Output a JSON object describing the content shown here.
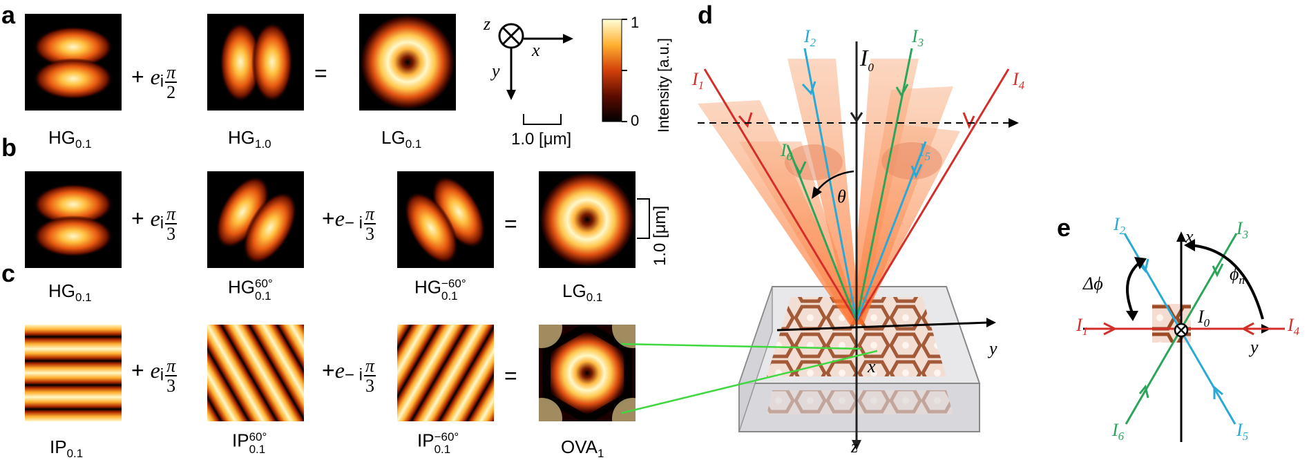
{
  "panels": {
    "a": "a",
    "b": "b",
    "c": "c",
    "d": "d",
    "e": "e"
  },
  "row_a": {
    "labels": [
      {
        "base": "HG",
        "sub": "0.1",
        "sup": ""
      },
      {
        "base": "HG",
        "sub": "1.0",
        "sup": ""
      },
      {
        "base": "LG",
        "sub": "0.1",
        "sup": ""
      }
    ],
    "ops": [
      {
        "sign": "+",
        "e": "e",
        "minus": "",
        "i": "i",
        "num": "π",
        "den": "2"
      }
    ],
    "equals": "="
  },
  "row_b": {
    "labels": [
      {
        "base": "HG",
        "sub": "0.1",
        "sup": ""
      },
      {
        "base": "HG",
        "sub": "0.1",
        "sup": "60°"
      },
      {
        "base": "HG",
        "sub": "0.1",
        "sup": "−60°"
      },
      {
        "base": "LG",
        "sub": "0.1",
        "sup": ""
      }
    ],
    "ops": [
      {
        "sign": "+",
        "e": "e",
        "minus": "",
        "i": "i",
        "num": "π",
        "den": "3"
      },
      {
        "sign": "+",
        "e": "e",
        "minus": "−",
        "i": "i",
        "num": "π",
        "den": "3"
      }
    ],
    "equals": "=",
    "scale_label": "1.0 [μm]"
  },
  "row_c": {
    "labels": [
      {
        "base": "IP",
        "sub": "0.1",
        "sup": ""
      },
      {
        "base": "IP",
        "sub": "0.1",
        "sup": "60°"
      },
      {
        "base": "IP",
        "sub": "0.1",
        "sup": "−60°"
      },
      {
        "base": "OVA",
        "sub": "1",
        "sup": ""
      }
    ],
    "ops": [
      {
        "sign": "+",
        "e": "e",
        "minus": "",
        "i": "i",
        "num": "π",
        "den": "3"
      },
      {
        "sign": "+",
        "e": "e",
        "minus": "−",
        "i": "i",
        "num": "π",
        "den": "3"
      }
    ],
    "equals": "="
  },
  "axes_a": {
    "z": "z",
    "x": "x",
    "y": "y",
    "scale_label": "1.0 [μm]"
  },
  "colorbar": {
    "max": "1",
    "min": "0",
    "label": "Intensity [a.u.]"
  },
  "panel_d": {
    "beams": [
      "I",
      "I",
      "I",
      "I",
      "I",
      "I",
      "I"
    ],
    "beam_subs": [
      "0",
      "1",
      "2",
      "3",
      "4",
      "5",
      "6"
    ],
    "theta": "θ",
    "x": "x",
    "y": "y",
    "z": "z"
  },
  "panel_e": {
    "x": "x",
    "y": "y",
    "delta_phi": "Δϕ",
    "phi_n": "ϕ",
    "phi_sub": "n",
    "beams": [
      "I",
      "I",
      "I",
      "I",
      "I",
      "I",
      "I"
    ],
    "beam_subs": [
      "0",
      "1",
      "2",
      "3",
      "4",
      "5",
      "6"
    ]
  },
  "colors": {
    "beam_red": "#d42e2a",
    "beam_blue": "#29a9d6",
    "beam_green": "#2aa55a",
    "laser_green": "#3fd93f",
    "i0_gray": "#222222"
  }
}
